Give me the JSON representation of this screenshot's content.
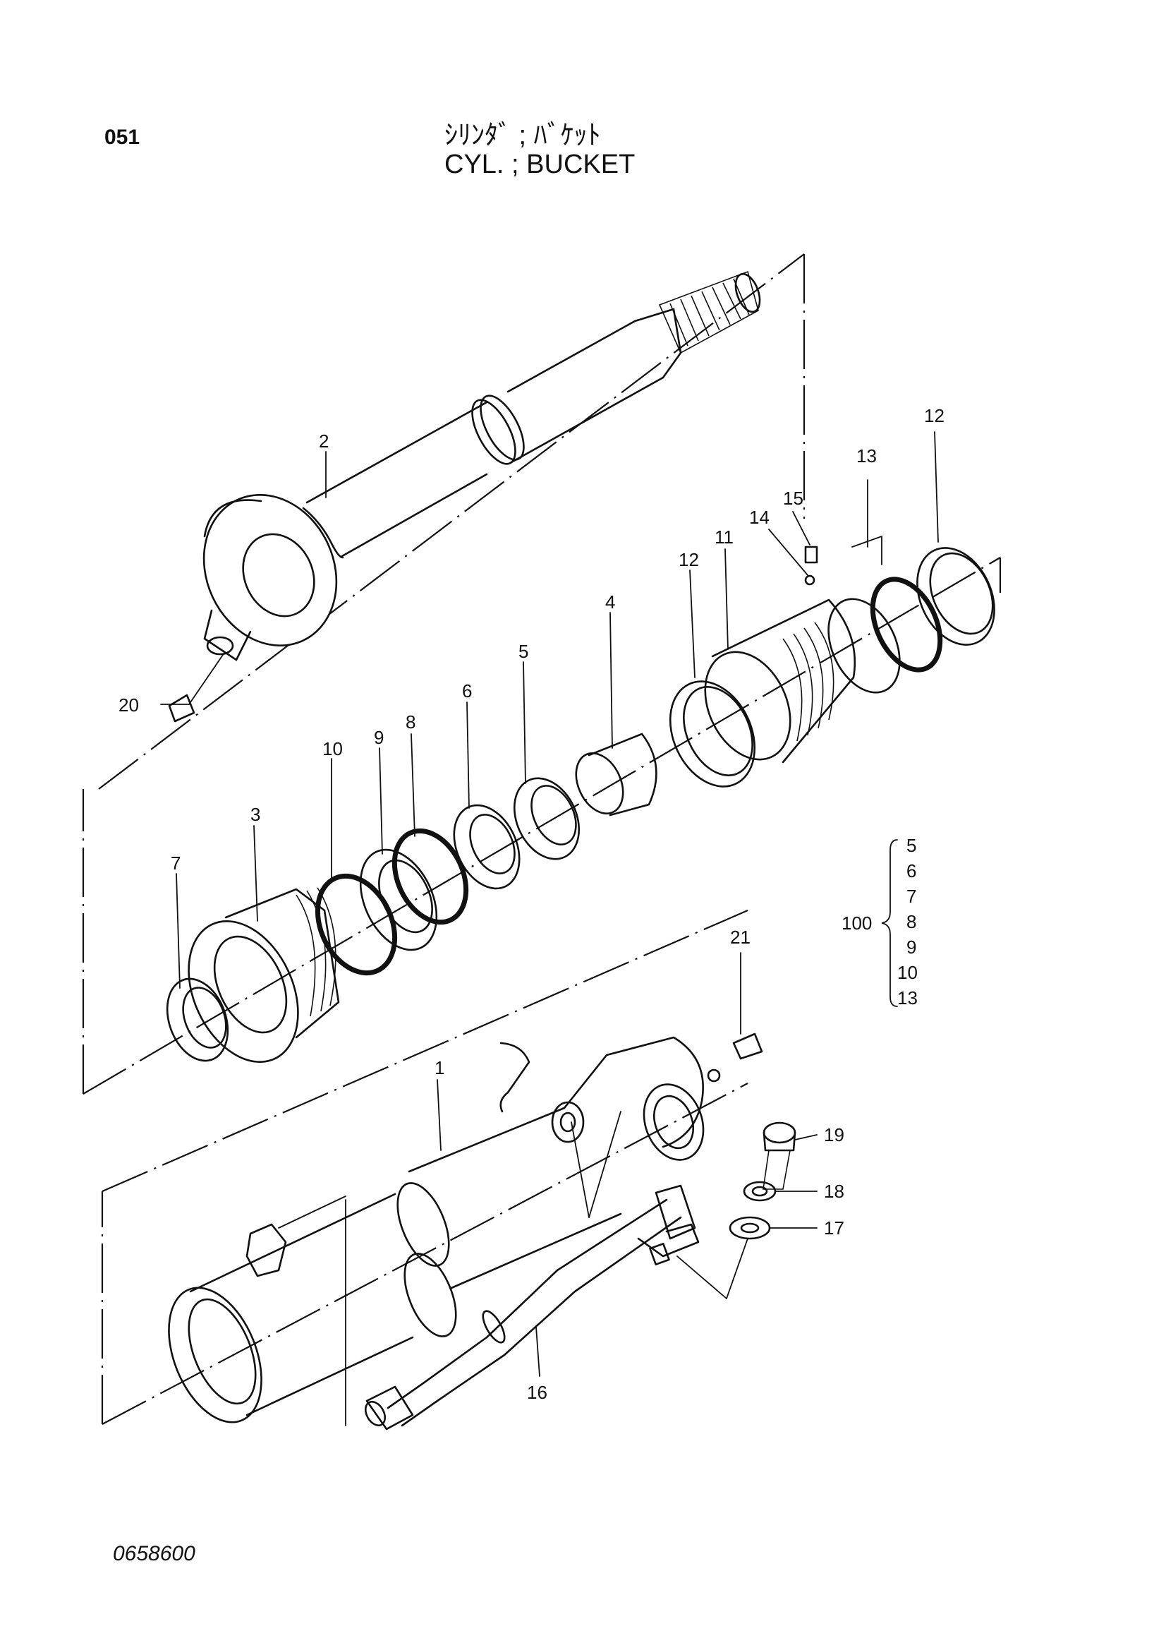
{
  "header": {
    "page_code": "051",
    "title_jp": "ｼﾘﾝﾀﾞ ; ﾊﾞｹｯﾄ",
    "title_en": "CYL. ; BUCKET"
  },
  "footer": {
    "drawing_number": "0658600"
  },
  "callouts": {
    "p1": "1",
    "p2": "2",
    "p3": "3",
    "p4": "4",
    "p5": "5",
    "p6": "6",
    "p7": "7",
    "p8": "8",
    "p9": "9",
    "p10": "10",
    "p11": "11",
    "p12a": "12",
    "p12b": "12",
    "p13": "13",
    "p14": "14",
    "p15": "15",
    "p16": "16",
    "p17": "17",
    "p18": "18",
    "p19": "19",
    "p20": "20",
    "p21": "21"
  },
  "kit": {
    "label": "100",
    "items": [
      "5",
      "6",
      "7",
      "8",
      "9",
      "10",
      "13"
    ]
  }
}
